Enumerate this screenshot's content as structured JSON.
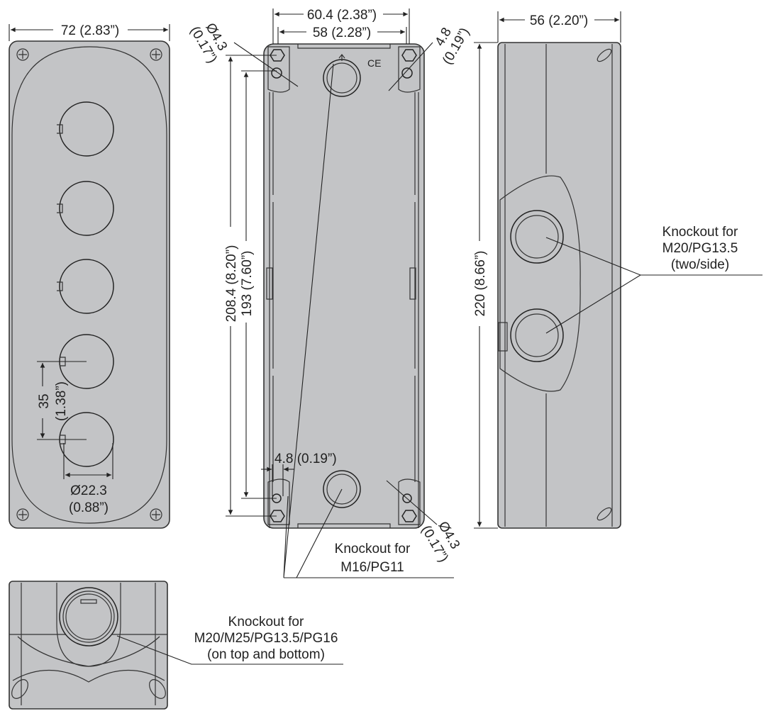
{
  "front_view": {
    "width_dim": "72 (2.83”)",
    "pitch_dim": [
      "35",
      "(1.38”)"
    ],
    "hole_dim": [
      "Ø22.3",
      "(0.88”)"
    ]
  },
  "back_view": {
    "outer_width_dim": "60.4 (2.38”)",
    "inner_width_dim": "58 (2.28”)",
    "outer_height_dim": "208.4 (8.20”)",
    "inner_height_dim": "193 (7.60”)",
    "hole_top_left": [
      "Ø4.3",
      "(0.17”)"
    ],
    "hole_top_right": [
      "4.8",
      "(0.19”)"
    ],
    "hole_bottom_right": [
      "Ø4.3",
      "(0.17”)"
    ],
    "offset_dim": "4.8 (0.19”)",
    "ce_mark": "CE",
    "knockout_label": [
      "Knockout for",
      "M16/PG11"
    ]
  },
  "side_view": {
    "width_dim": "56 (2.20”)",
    "height_dim": "220 (8.66”)",
    "knockout_label": [
      "Knockout for",
      "M20/PG13.5",
      "(two/side)"
    ]
  },
  "top_view": {
    "knockout_label": [
      "Knockout for",
      "M20/M25/PG13.5/PG16",
      "(on top and bottom)"
    ]
  }
}
